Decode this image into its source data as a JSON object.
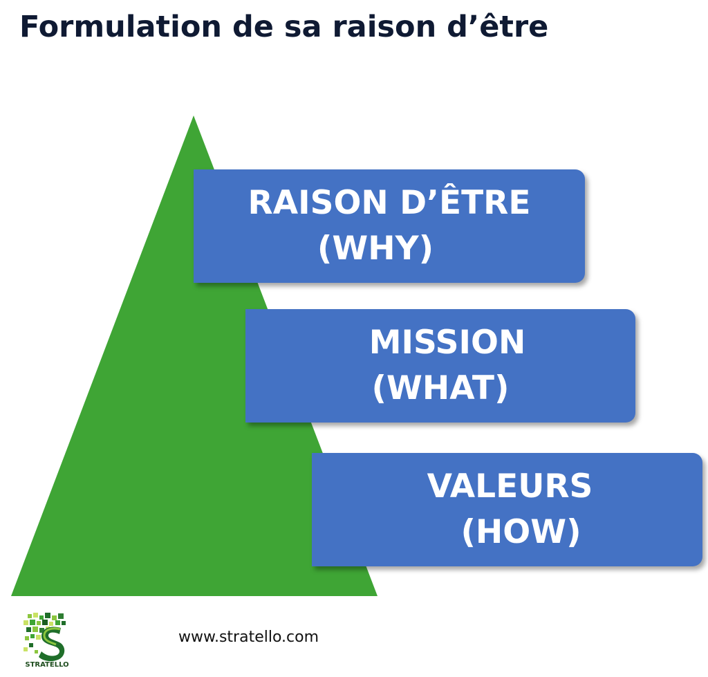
{
  "title": "Formulation de sa raison d’être",
  "diagram": {
    "levels": [
      {
        "line1": "RAISON D’ÊTRE",
        "line2": "(WHY)"
      },
      {
        "line1": "MISSION",
        "line2": "(WHAT)"
      },
      {
        "line1": "VALEURS",
        "line2": "(HOW)"
      }
    ]
  },
  "footer": {
    "website": "www.stratello.com",
    "logo_name": "STRATELLO"
  },
  "colors": {
    "pyramid_green": "#3fa535",
    "box_blue": "#4472c4",
    "title_navy": "#0f1a33"
  }
}
